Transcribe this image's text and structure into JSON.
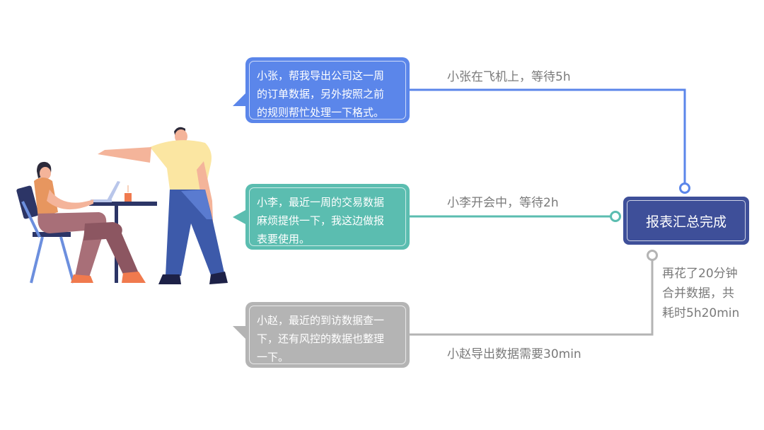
{
  "requests": [
    {
      "lines": [
        "小张，帮我导出公司这一周",
        "的订单数据，另外按照之前",
        "的规则帮忙处理一下格式。"
      ],
      "status": "小张在飞机上，等待5h",
      "color": "#5b86ea"
    },
    {
      "lines": [
        "小李，最近一周的交易数据",
        "麻烦提供一下，我这边做报",
        "表要使用。"
      ],
      "status": "小李开会中，等待2h",
      "color": "#5bbdb0"
    },
    {
      "lines": [
        "小赵，最近的到访数据查一",
        "下，还有风控的数据也整理",
        "一下。"
      ],
      "status": "小赵导出数据需要30min",
      "color": "#b4b4b4"
    }
  ],
  "result": {
    "label": "报表汇总完成",
    "color": "#3e4f99"
  },
  "note": {
    "lines": [
      "再花了20分钟",
      "合并数据，共",
      "耗时5h20min"
    ]
  }
}
